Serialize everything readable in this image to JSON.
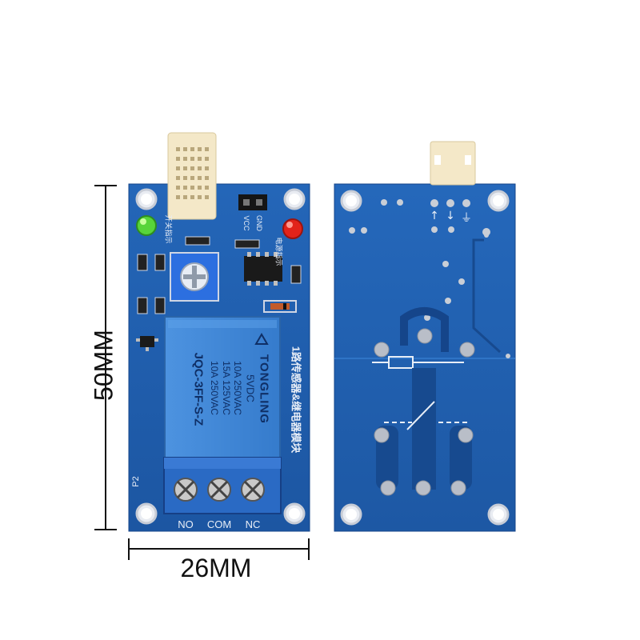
{
  "dimensions": {
    "height_label": "50MM",
    "width_label": "26MM"
  },
  "front_board": {
    "relay": {
      "brand": "TONGLING",
      "voltage": "5VDC",
      "rating_1": "10A 250VAC",
      "rating_2": "15A 125VAC",
      "rating_3": "10A 250VAC",
      "model": "JQC-3FF-S-Z"
    },
    "module_title": "1路传感器&继电器模块",
    "terminals": [
      "NO",
      "COM",
      "NC"
    ],
    "header_pins": [
      "VCC",
      "GND"
    ],
    "label_p2": "P2",
    "label_switch": "开关指示",
    "label_power": "电源指示"
  },
  "back_board": {
    "pin_symbols": [
      "↑",
      "↓",
      "⏚"
    ]
  },
  "colors": {
    "pcb": "#1f5fb0",
    "pcb_dark": "#174a8f",
    "relay": "#3f86d6",
    "terminal": "#2a6ac4"
  }
}
